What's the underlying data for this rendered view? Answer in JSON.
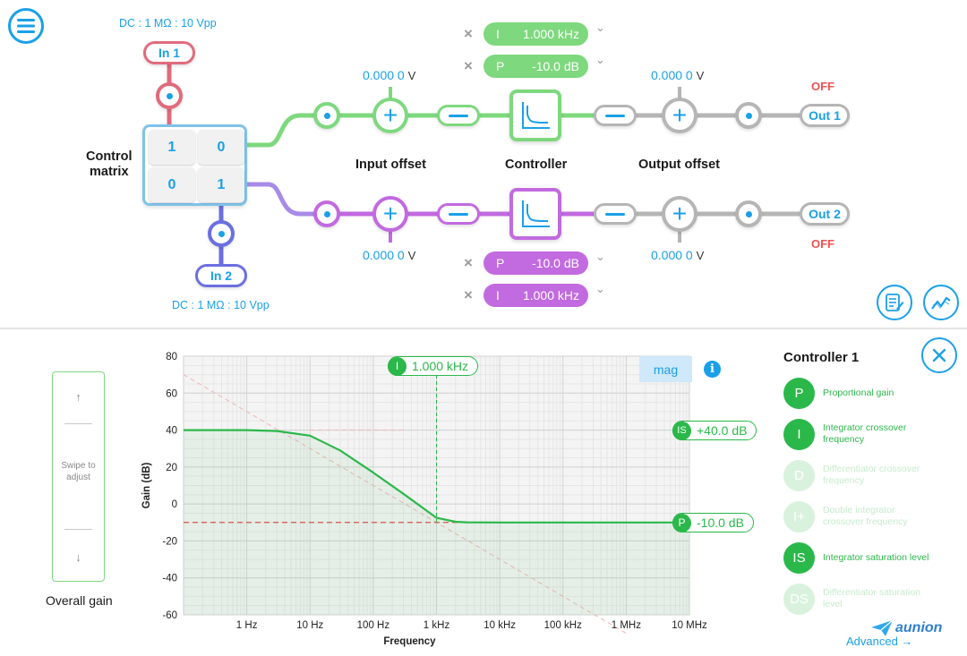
{
  "menu": {
    "icon": "hamburger-menu-icon"
  },
  "inputs": {
    "in1": {
      "label": "In 1",
      "spec": "DC : 1 MΩ : 10 Vpp",
      "color": "#e06b7d"
    },
    "in2": {
      "label": "In 2",
      "spec": "DC : 1 MΩ : 10 Vpp",
      "color": "#6b6fe0"
    }
  },
  "matrix": {
    "title_line1": "Control",
    "title_line2": "matrix",
    "cells": [
      "1",
      "0",
      "0",
      "1"
    ]
  },
  "channel1": {
    "color": "#7ed87e",
    "input_offset": "0.000 0",
    "output_offset": "0.000 0",
    "unit": "V",
    "params": [
      {
        "key": "I",
        "value": "1.000 kHz",
        "remove": "×",
        "chevron": "⌄"
      },
      {
        "key": "P",
        "value": "-10.0 dB",
        "remove": "×",
        "chevron": "⌄"
      }
    ],
    "output": {
      "label": "Out 1",
      "status": "OFF"
    }
  },
  "channel2": {
    "color": "#c26ae0",
    "input_offset": "0.000 0",
    "output_offset": "0.000 0",
    "unit": "V",
    "params": [
      {
        "key": "P",
        "value": "-10.0 dB",
        "remove": "×",
        "chevron": "⌄"
      },
      {
        "key": "I",
        "value": "1.000 kHz",
        "remove": "×",
        "chevron": "⌄"
      }
    ],
    "output": {
      "label": "Out 2",
      "status": "OFF"
    }
  },
  "stage_labels": {
    "input_offset": "Input offset",
    "controller": "Controller",
    "output_offset": "Output offset"
  },
  "toolbar": {
    "notes_icon": "edit-notes-icon",
    "scope_icon": "trend-graph-icon"
  },
  "overall_gain": {
    "up": "↑",
    "swipe_text": "Swipe to adjust",
    "down": "↓",
    "label": "Overall gain"
  },
  "plot": {
    "mag_button": "mag",
    "info_icon": "info-icon",
    "marker_I": {
      "key": "I",
      "value": "1.000 kHz"
    },
    "marker_IS": {
      "key": "IS",
      "value": "+40.0 dB"
    },
    "marker_P": {
      "key": "P",
      "value": "-10.0 dB"
    }
  },
  "chart_data": {
    "type": "line",
    "xlabel": "Frequency",
    "ylabel": "Gain (dB)",
    "x_scale": "log",
    "xlim": [
      0.1,
      10000000
    ],
    "ylim": [
      -60,
      80
    ],
    "x_ticks": [
      "1 Hz",
      "10 Hz",
      "100 Hz",
      "1 kHz",
      "10 kHz",
      "100 kHz",
      "1 MHz",
      "10 MHz"
    ],
    "y_ticks": [
      "80",
      "60",
      "40",
      "20",
      "0",
      "-20",
      "-40",
      "-60"
    ],
    "grid": true,
    "series": [
      {
        "x": [
          0.1,
          1,
          3,
          10,
          30,
          100,
          300,
          1000,
          2000,
          3000,
          10000,
          10000000
        ],
        "y": [
          40,
          40,
          39.5,
          37,
          29,
          17,
          5.5,
          -7.5,
          -9.6,
          -9.9,
          -10,
          -10
        ]
      }
    ]
  },
  "controller_panel": {
    "title": "Controller 1",
    "close_icon": "close-icon",
    "items": [
      {
        "key": "P",
        "label": "Proportional gain",
        "active": true
      },
      {
        "key": "I",
        "label": "Integrator crossover frequency",
        "active": true
      },
      {
        "key": "D",
        "label": "Differentiator crossover frequency",
        "active": false
      },
      {
        "key": "I+",
        "label": "Double integrator crossover frequency",
        "active": false
      },
      {
        "key": "IS",
        "label": "Integrator saturation level",
        "active": true
      },
      {
        "key": "DS",
        "label": "Differentiator saturation level",
        "active": false
      }
    ],
    "advanced_link": "Advanced →",
    "watermark": "aunion"
  }
}
